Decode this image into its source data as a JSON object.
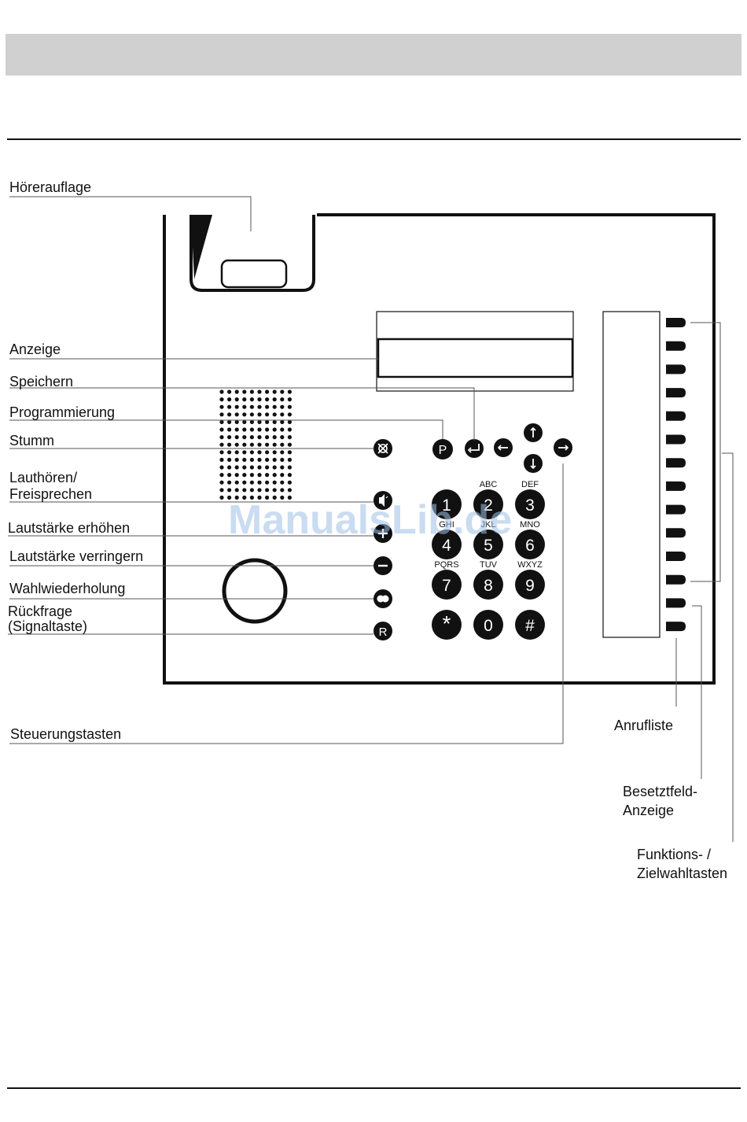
{
  "labels": {
    "hoererauflage": "Hörerauflage",
    "anzeige": "Anzeige",
    "speichern": "Speichern",
    "programmierung": "Programmierung",
    "stumm": "Stumm",
    "lauthoeren_1": "Lauthören/",
    "lauthoeren_2": "Freisprechen",
    "lauter": "Lautstärke erhöhen",
    "leiser": "Lautstärke verringern",
    "wahlwiederholung": "Wahlwiederholung",
    "rueckfrage_1": "Rückfrage",
    "rueckfrage_2": "(Signaltaste)",
    "steuerungstasten": "Steuerungstasten",
    "anrufliste": "Anrufliste",
    "besetztfeld_1": "Besetztfeld-",
    "besetztfeld_2": "Anzeige",
    "funktions_1": "Funktions- /",
    "funktions_2": "Zielwahltasten"
  },
  "keypad": {
    "keys": [
      {
        "digit": "1",
        "letters": ""
      },
      {
        "digit": "2",
        "letters": "ABC"
      },
      {
        "digit": "3",
        "letters": "DEF"
      },
      {
        "digit": "4",
        "letters": "GHI"
      },
      {
        "digit": "5",
        "letters": "JKL"
      },
      {
        "digit": "6",
        "letters": "MNO"
      },
      {
        "digit": "7",
        "letters": "PQRS"
      },
      {
        "digit": "8",
        "letters": "TUV"
      },
      {
        "digit": "9",
        "letters": "WXYZ"
      },
      {
        "digit": "*",
        "letters": ""
      },
      {
        "digit": "0",
        "letters": ""
      },
      {
        "digit": "#",
        "letters": ""
      }
    ]
  },
  "buttons": {
    "p_label": "P",
    "r_label": "R"
  },
  "watermark": "ManualsLib.de"
}
